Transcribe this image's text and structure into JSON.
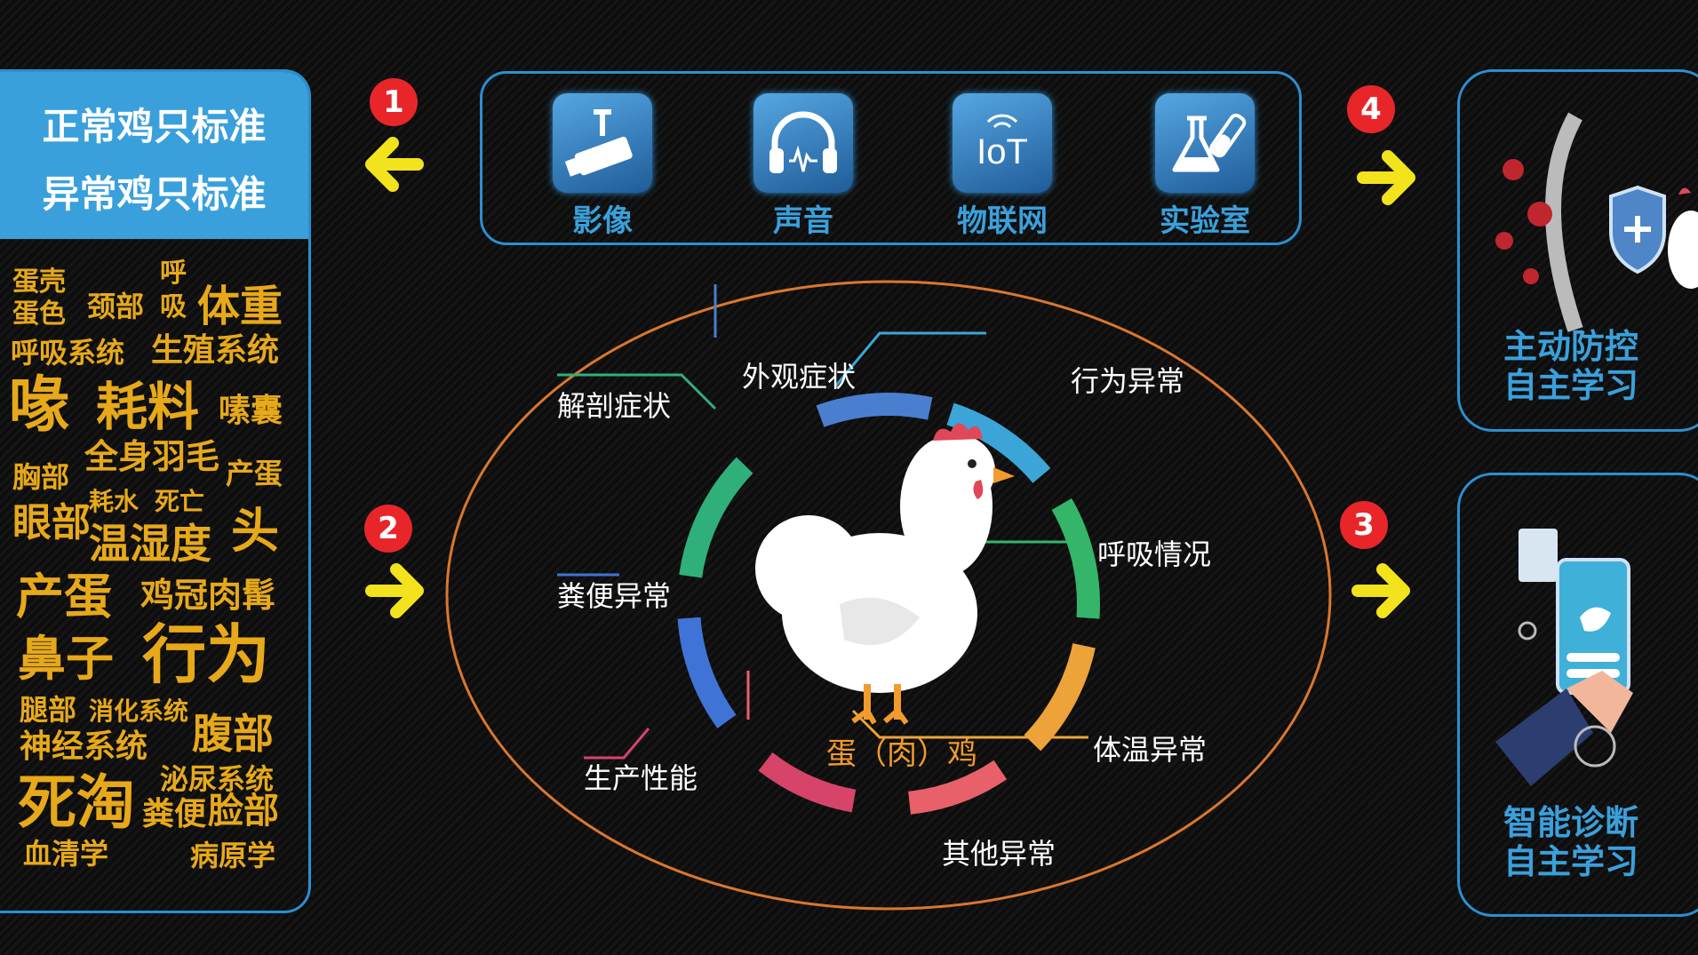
{
  "left_panel": {
    "title_line1": "正常鸡只标准",
    "title_line2": "异常鸡只标准",
    "word_cloud": [
      "蛋壳",
      "呼",
      "颈部",
      "吸",
      "体重",
      "蛋色",
      "呼吸系统",
      "生殖系统",
      "喙",
      "耗料",
      "嗉囊",
      "全身羽毛",
      "胸部",
      "产蛋",
      "耗水",
      "死亡",
      "眼部",
      "温湿度",
      "头",
      "产蛋",
      "鸡冠肉髯",
      "鼻子",
      "行为",
      "腿部",
      "消化系统",
      "神经系统",
      "腹部",
      "泌尿系统",
      "死淘",
      "粪便",
      "脸部",
      "血清学",
      "病原学"
    ]
  },
  "markers": [
    "1",
    "2",
    "3",
    "4"
  ],
  "sources": [
    {
      "label": "影像",
      "icon": "camera-icon"
    },
    {
      "label": "声音",
      "icon": "headphones-icon"
    },
    {
      "label": "物联网",
      "icon": "iot-icon",
      "icon_text": "IoT"
    },
    {
      "label": "实验室",
      "icon": "flask-icon"
    }
  ],
  "right_panels": {
    "top": {
      "line1": "主动防控",
      "line2": "自主学习"
    },
    "bottom": {
      "line1": "智能诊断",
      "line2": "自主学习"
    }
  },
  "diagram": {
    "center_label": "蛋（肉）鸡",
    "symptoms": [
      "外观症状",
      "行为异常",
      "呼吸情况",
      "体温异常",
      "其他异常",
      "生产性能",
      "粪便异常",
      "解剖症状"
    ]
  },
  "colors": {
    "accent_blue": "#2b8fd0",
    "word_gold": "#e7a91a",
    "marker_red": "#e8262a",
    "arrow_yellow": "#f3e31d",
    "ellipse": "#d9772f"
  }
}
